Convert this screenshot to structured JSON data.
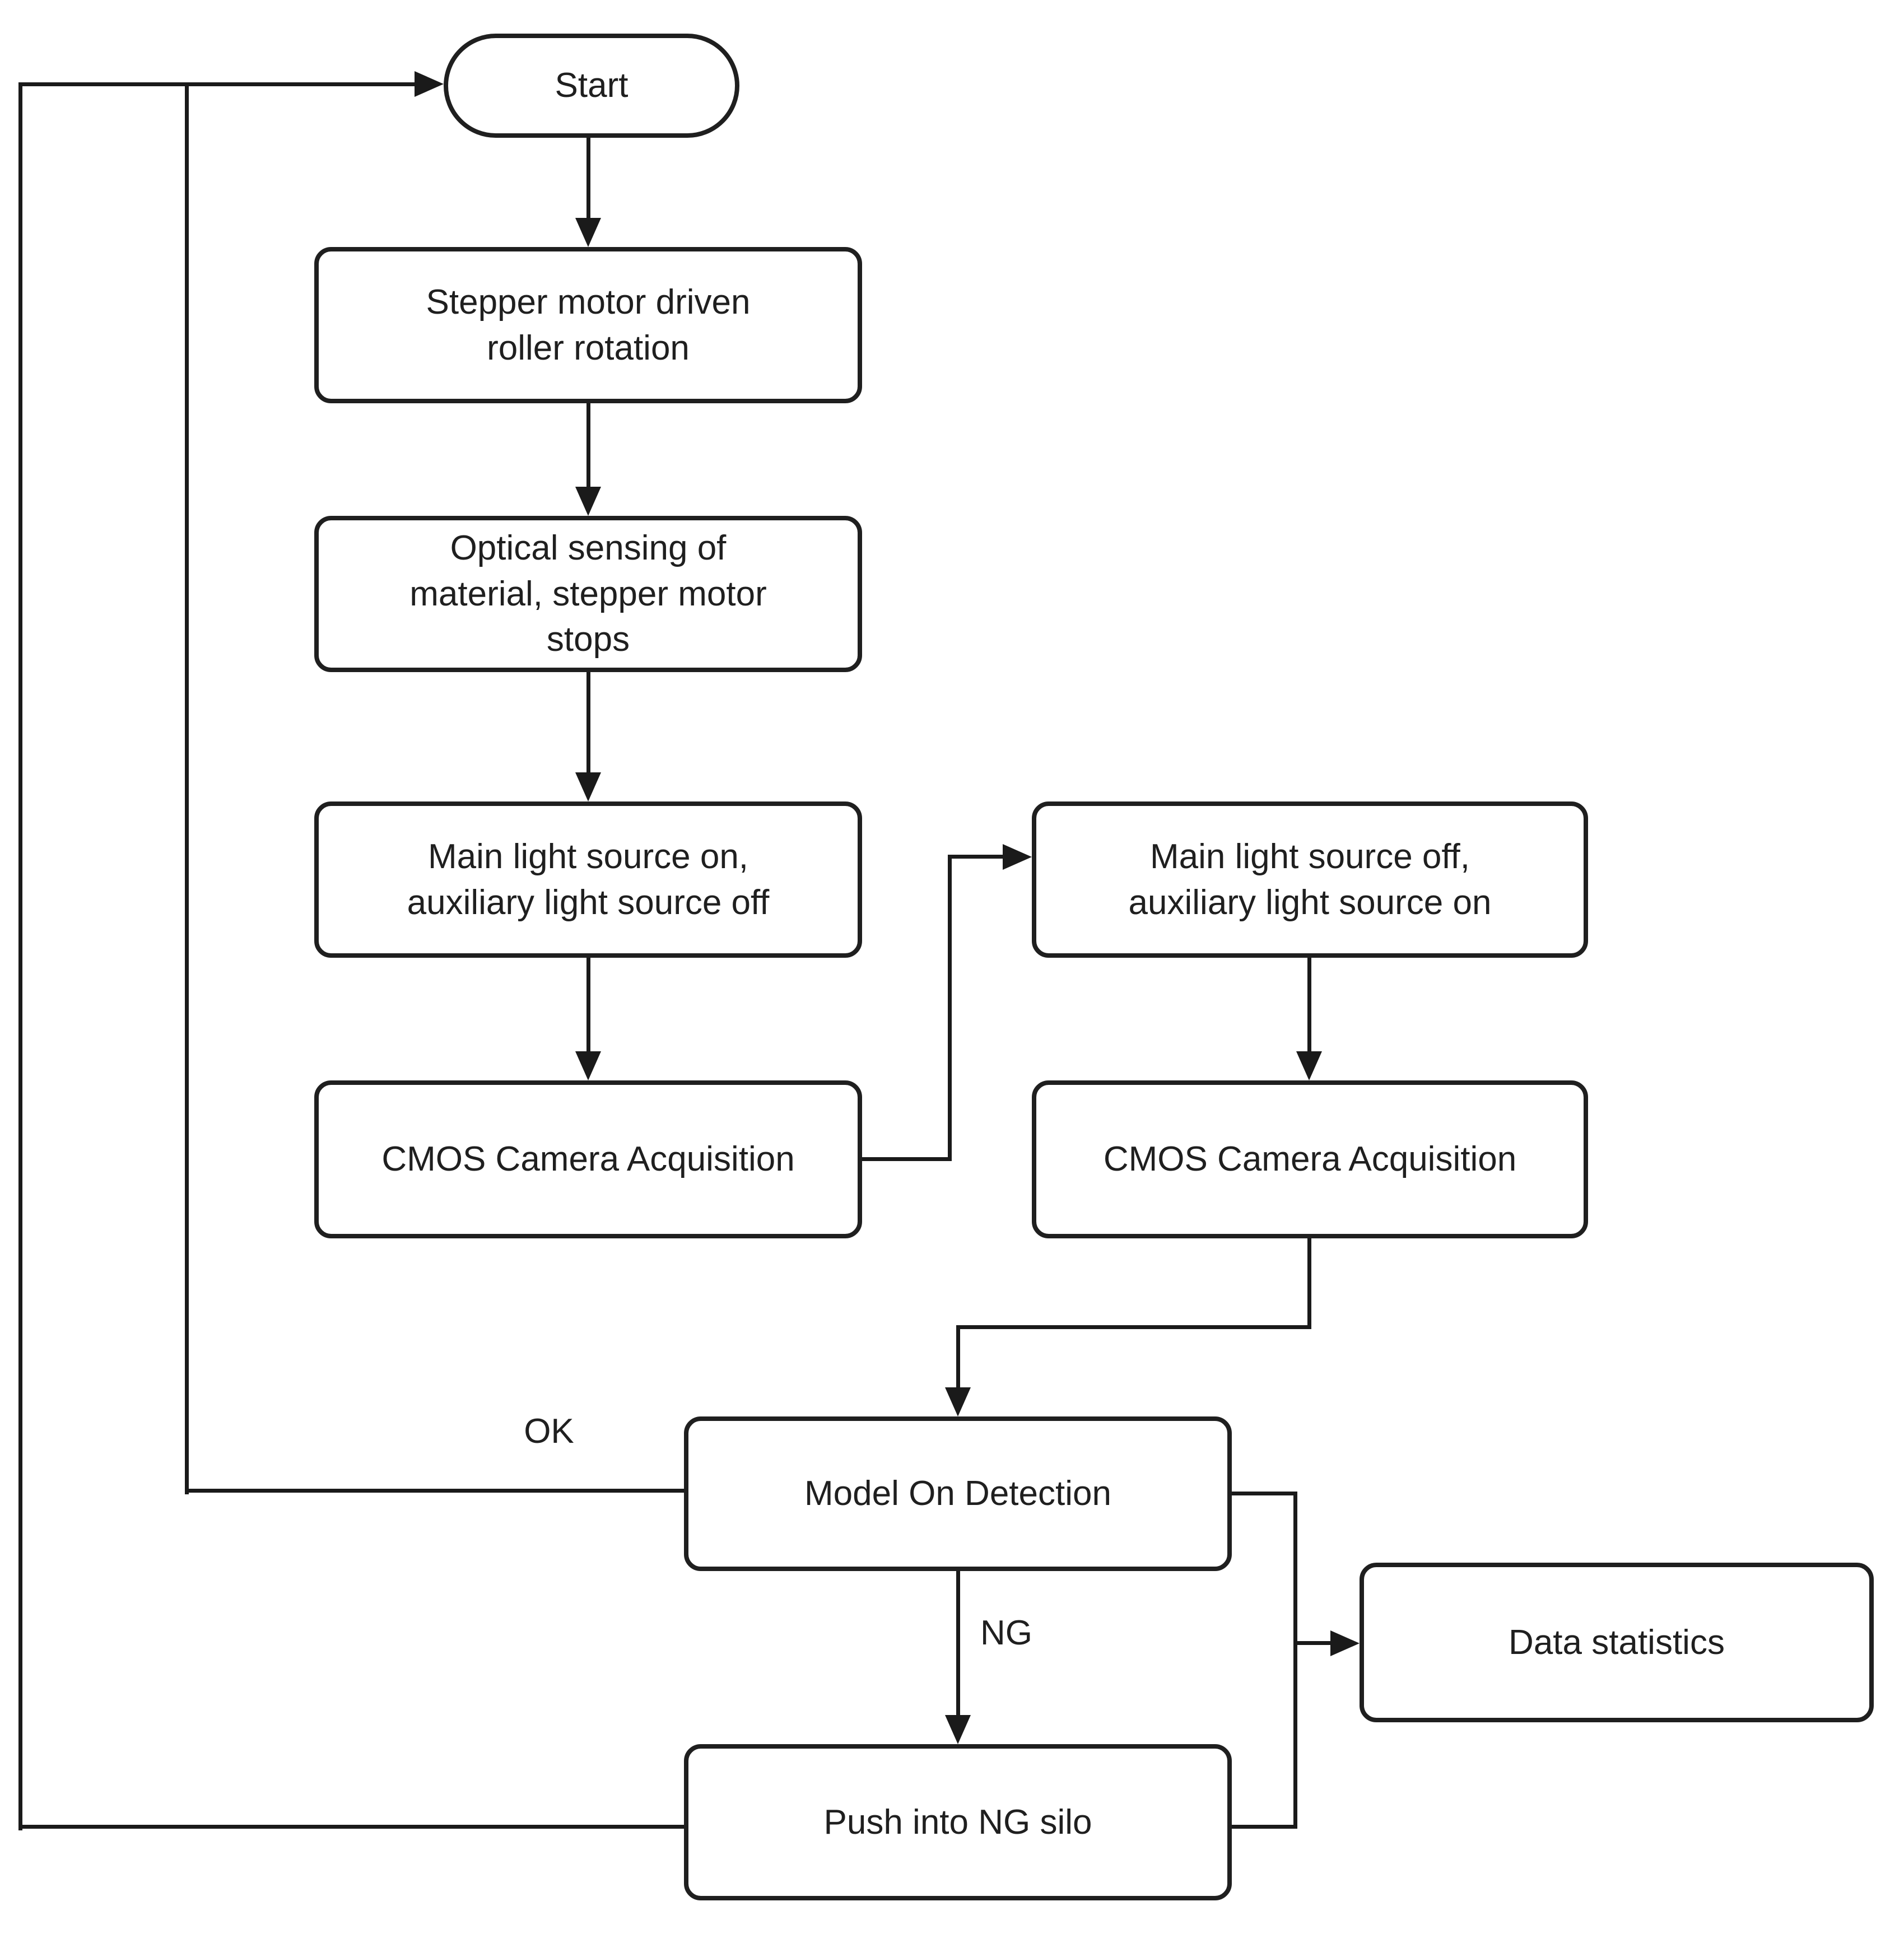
{
  "diagram": {
    "type": "flowchart",
    "nodes": {
      "start": {
        "label": "Start",
        "shape": "terminator"
      },
      "stepper": {
        "label": "Stepper motor driven\nroller rotation",
        "shape": "process"
      },
      "optical": {
        "label": "Optical sensing of\nmaterial, stepper motor\nstops",
        "shape": "process"
      },
      "main_light_on": {
        "label": "Main light source on,\nauxiliary light source off",
        "shape": "process"
      },
      "cmos_left": {
        "label": "CMOS Camera Acquisition",
        "shape": "process"
      },
      "main_light_off": {
        "label": "Main light source off,\nauxiliary light source on",
        "shape": "process"
      },
      "cmos_right": {
        "label": "CMOS Camera Acquisition",
        "shape": "process"
      },
      "model_detection": {
        "label": "Model On Detection",
        "shape": "process"
      },
      "push_ng_silo": {
        "label": "Push into NG silo",
        "shape": "process"
      },
      "data_statistics": {
        "label": "Data statistics",
        "shape": "process"
      }
    },
    "edge_labels": {
      "ok": "OK",
      "ng": "NG"
    },
    "colors": {
      "line": "#1a1a1a",
      "border": "#1f1f1f",
      "text": "#1f1f1f",
      "background": "#ffffff"
    },
    "edges": [
      "start -> stepper",
      "stepper -> optical",
      "optical -> main_light_on",
      "main_light_on -> cmos_left",
      "cmos_left -> main_light_off",
      "main_light_off -> cmos_right",
      "cmos_right -> model_detection",
      "model_detection -OK-> start (loop back)",
      "model_detection -NG-> push_ng_silo",
      "model_detection -> data_statistics",
      "push_ng_silo -> data_statistics",
      "push_ng_silo -> start (loop back)"
    ]
  }
}
